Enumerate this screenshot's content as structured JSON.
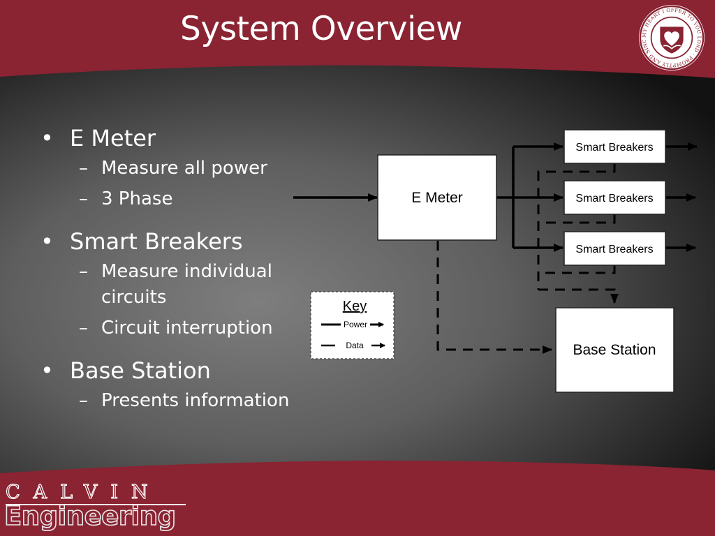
{
  "slide": {
    "title": "System Overview",
    "colors": {
      "maroon": "#8a2332",
      "panel_light": "#7a7a7a",
      "panel_dark": "#111111",
      "text": "#ffffff"
    }
  },
  "bullets": [
    {
      "label": "E Meter",
      "subs": [
        "Measure all power",
        "3 Phase"
      ]
    },
    {
      "label": "Smart Breakers",
      "subs": [
        "Measure individual circuits",
        "Circuit interruption"
      ]
    },
    {
      "label": "Base Station",
      "subs": [
        "Presents information"
      ]
    }
  ],
  "diagram": {
    "emeter_label": "E Meter",
    "breaker_labels": [
      "Smart Breakers",
      "Smart Breakers",
      "Smart Breakers"
    ],
    "base_label": "Base Station",
    "key": {
      "title": "Key",
      "power": "Power",
      "data": "Data"
    }
  },
  "seal": {
    "ring_text": "MY HEART I OFFER TO YOU LORD · PROMPTLY AND SINCERELY ·"
  },
  "brand": {
    "top": "CALVIN",
    "bottom": "Engineering"
  }
}
